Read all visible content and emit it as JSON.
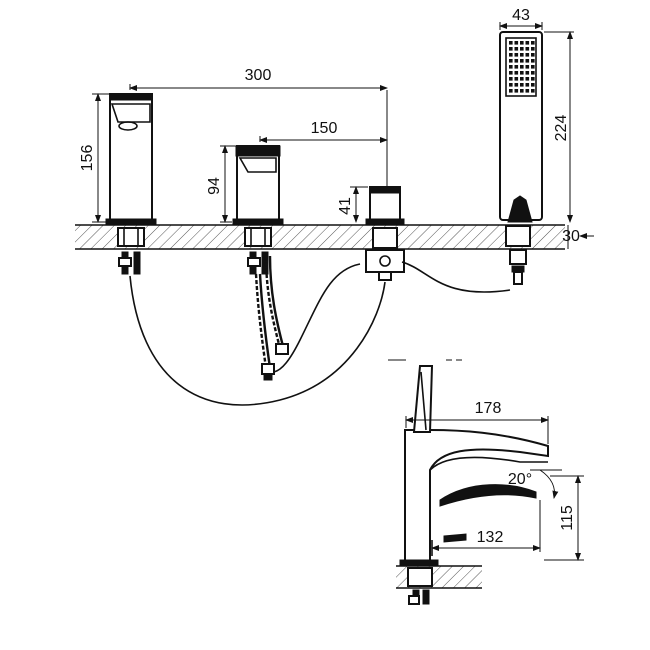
{
  "dimensions": {
    "handshower_width": "43",
    "handshower_height": "224",
    "spacing_outer": "300",
    "spacing_inner": "150",
    "spout_height": "156",
    "valve_height": "94",
    "diverter_height": "41",
    "deck_thickness": "30",
    "spout_reach": "178",
    "spout_angle": "20°",
    "spout_depth": "132",
    "outlet_height": "115"
  },
  "colors": {
    "line": "#111111",
    "background": "#ffffff"
  }
}
